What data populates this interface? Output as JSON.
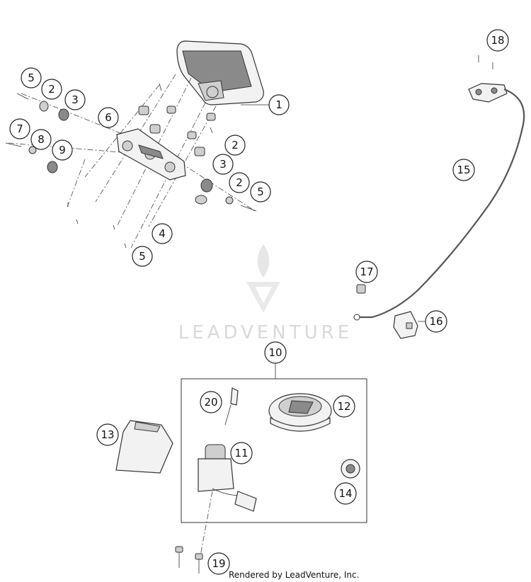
{
  "callouts": [
    {
      "label": "1"
    },
    {
      "label": "2"
    },
    {
      "label": "3"
    },
    {
      "label": "5"
    },
    {
      "label": "6"
    },
    {
      "label": "7"
    },
    {
      "label": "8"
    },
    {
      "label": "9"
    },
    {
      "label": "2"
    },
    {
      "label": "3"
    },
    {
      "label": "2"
    },
    {
      "label": "5"
    },
    {
      "label": "4"
    },
    {
      "label": "5"
    },
    {
      "label": "18"
    },
    {
      "label": "15"
    },
    {
      "label": "17"
    },
    {
      "label": "16"
    },
    {
      "label": "10"
    },
    {
      "label": "20"
    },
    {
      "label": "12"
    },
    {
      "label": "13"
    },
    {
      "label": "11"
    },
    {
      "label": "14"
    },
    {
      "label": "19"
    }
  ],
  "watermark": {
    "text": "LEADVENTURE"
  },
  "footer": {
    "text": "Rendered by LeadVenture, Inc."
  }
}
